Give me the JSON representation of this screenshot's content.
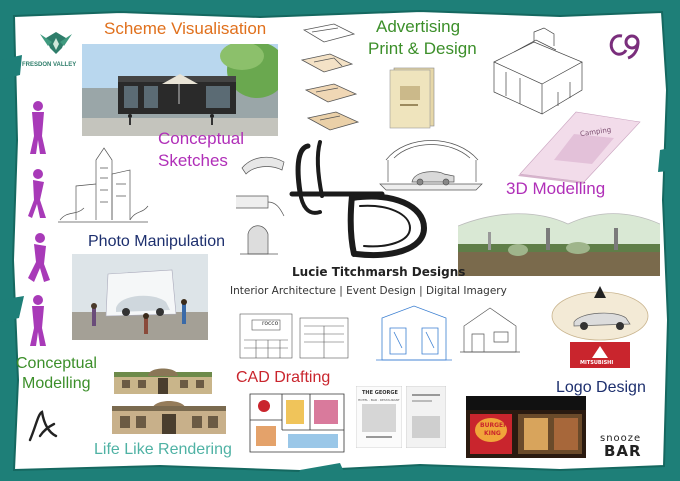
{
  "brand": {
    "name": "Lucie Titchmarsh Designs",
    "services": "Interior Architecture | Event Design | Digital Imagery"
  },
  "labels": {
    "scheme_visualisation": "Scheme Visualisation",
    "advertising": "Advertising",
    "print_design": "Print & Design",
    "conceptual_sketches_1": "Conceptual",
    "conceptual_sketches_2": "Sketches",
    "modelling_3d": "3D Modelling",
    "photo_manipulation": "Photo Manipulation",
    "conceptual_modelling_1": "Conceptual",
    "conceptual_modelling_2": "Modelling",
    "cad_drafting": "CAD Drafting",
    "logo_design": "Logo Design",
    "life_like_rendering": "Life Like Rendering"
  },
  "samples": {
    "fresdon_valley": "FRESDON VALLEY",
    "rocco": "rocco",
    "the_george_1": "THE GEORGE",
    "the_george_2": "HOTEL · BAR · RESTAURANT",
    "burger_king_1": "BURGER",
    "burger_king_2": "KING",
    "snooze": "snooze",
    "bar": "BAR",
    "mitsubishi": "MITSUBISHI",
    "camping": "Camping"
  },
  "colors": {
    "frame": "#1e7f78",
    "orange": "#e0701c",
    "green": "#3c8f2a",
    "purple": "#b02fb8",
    "navy": "#1d2f6e",
    "teal_light": "#4fb2a4",
    "dark": "#222222"
  }
}
